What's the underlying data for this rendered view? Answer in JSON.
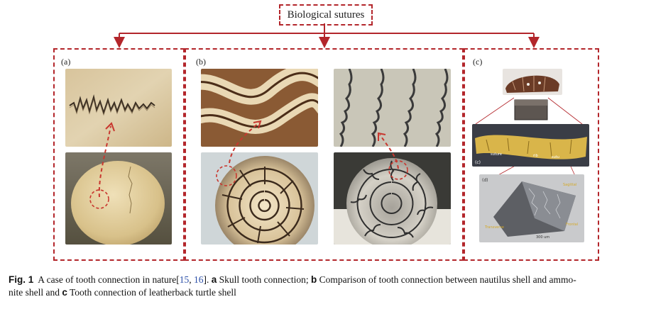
{
  "figure": {
    "title": "Biological sutures",
    "panels": {
      "a": {
        "label": "(a)"
      },
      "b": {
        "label": "(b)"
      },
      "c": {
        "label": "(c)"
      }
    },
    "inset_labels": {
      "c_ct": "(c)",
      "c_d": "(d)",
      "suture": "suture",
      "rib": "rib",
      "suture_rib": "sutu",
      "sagittal": "Sagittal",
      "transverse": "Transverse",
      "frontal": "Frontal",
      "scale": "300 um"
    },
    "colors": {
      "dashed_border": "#b3262b",
      "arrow": "#c8372f"
    }
  },
  "caption": {
    "fig_label": "Fig. 1",
    "text_1": "A case of tooth connection in nature[",
    "ref_1": "15",
    "sep": ", ",
    "ref_2": "16",
    "text_2": "]. ",
    "a_letter": "a",
    "a_text": " Skull tooth connection; ",
    "b_letter": "b",
    "b_text": " Comparison of tooth connection between nautilus shell and ammo-",
    "line2_text": "nite shell and ",
    "c_letter": "c",
    "c_text": " Tooth connection of leatherback turtle shell"
  }
}
